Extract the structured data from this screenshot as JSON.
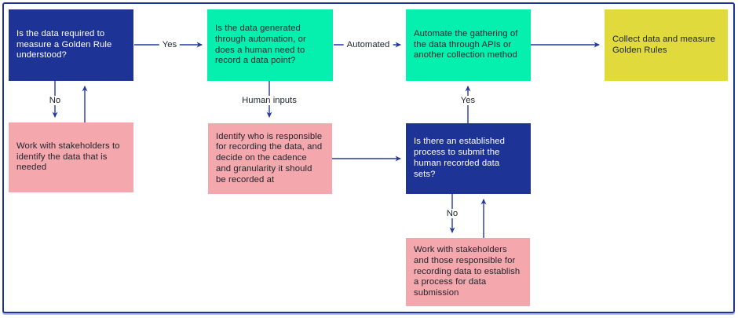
{
  "diagram": {
    "type": "flowchart",
    "nodes": {
      "q_golden_rule": {
        "text": "Is the data required to measure a Golden Rule understood?",
        "color": "#1d3396",
        "text_color": "#ffffff"
      },
      "q_automation": {
        "text": "Is the data generated through automation, or does a human need to record a data point?",
        "color": "#05efae",
        "text_color": "#20252e"
      },
      "automate_gathering": {
        "text": "Automate the gathering of the data through APIs or another collection method",
        "color": "#05efae",
        "text_color": "#20252e"
      },
      "collect_data": {
        "text": "Collect data and measure Golden Rules",
        "color": "#e0da3c",
        "text_color": "#20252e"
      },
      "work_stakeholders_identify": {
        "text": "Work with stakeholders to identify the data that is needed",
        "color": "#f4a7ac",
        "text_color": "#20252e"
      },
      "identify_responsible": {
        "text": "Identify who is responsible for recording the data, and decide on the cadence and granularity it should be recorded at",
        "color": "#f4a7ac",
        "text_color": "#20252e"
      },
      "q_established_process": {
        "text": "Is there an established process to submit the human recorded data sets?",
        "color": "#1d3396",
        "text_color": "#ffffff"
      },
      "work_stakeholders_process": {
        "text": "Work with stakeholders and those responsible for recording data to establish a process for data submission",
        "color": "#f4a7ac",
        "text_color": "#20252e"
      }
    },
    "edge_labels": {
      "yes_top": "Yes",
      "automated": "Automated",
      "no_left": "No",
      "human_inputs": "Human inputs",
      "yes_right": "Yes",
      "no_right": "No"
    },
    "colors": {
      "navy": "#1d3396",
      "teal": "#05efae",
      "pink": "#f4a7ac",
      "yellow": "#e0da3c",
      "arrow": "#24389c",
      "border": "#1d3396",
      "background": "#ffffff"
    }
  }
}
